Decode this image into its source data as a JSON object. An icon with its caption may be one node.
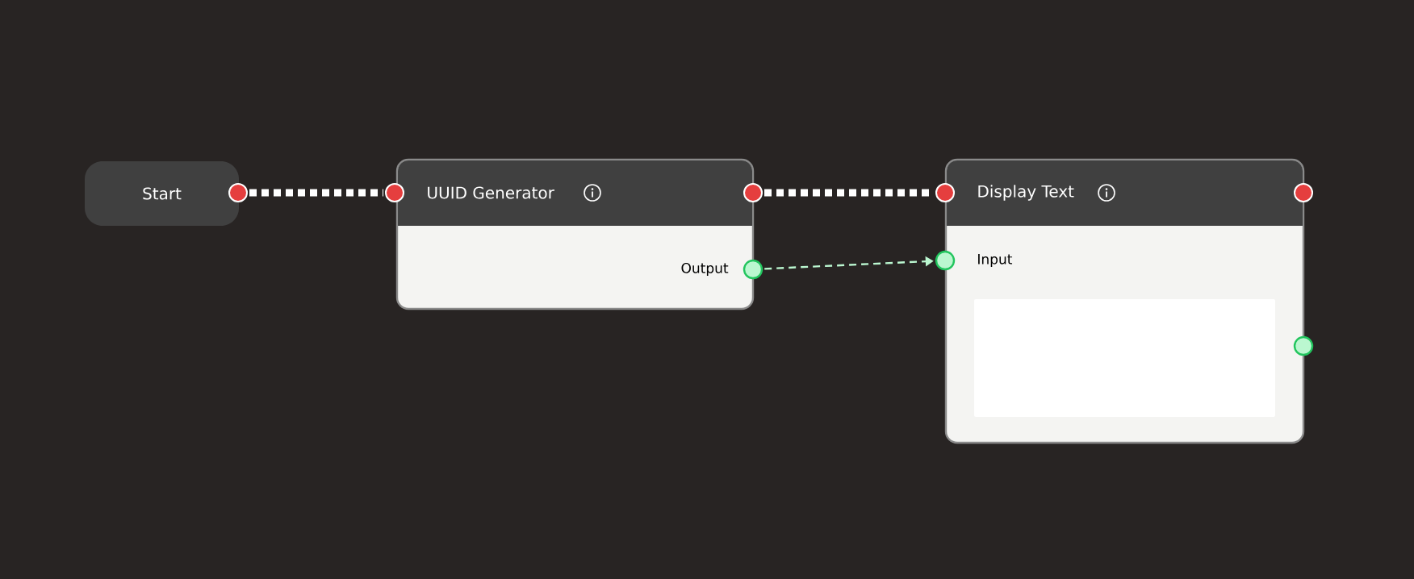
{
  "diagram": {
    "nodes": [
      {
        "text": [
          "Start"
        ]
      },
      {
        "text": [
          "UUID Generator",
          "Output"
        ]
      },
      {
        "text": [
          "Display Text",
          "Input"
        ]
      },
      {
        "text": [],
        "shape": "box",
        "in": 2
      },
      {
        "text": [],
        "shape": "circle"
      },
      {
        "text": [],
        "shape": "circle"
      },
      {
        "text": [],
        "shape": "circle"
      },
      {
        "text": [],
        "shape": "circle"
      },
      {
        "text": [],
        "shape": "circle"
      },
      {
        "text": [],
        "shape": "circle"
      },
      {
        "text": [],
        "shape": "circle"
      },
      {
        "text": [],
        "shape": "circle"
      }
    ],
    "edges": [
      {
        "from": 4,
        "to": 5,
        "arrow": "none",
        "style": "dashed"
      },
      {
        "from": 6,
        "to": 8,
        "arrow": "none",
        "style": "dashed"
      },
      {
        "from": 7,
        "to": 9,
        "arrow": "to",
        "style": "dashed",
        "color": "#bbf7d0"
      }
    ]
  }
}
